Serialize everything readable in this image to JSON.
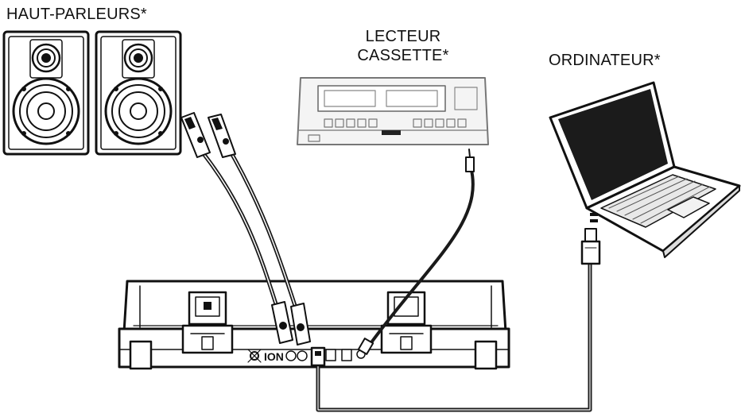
{
  "labels": {
    "speakers": "HAUT-PARLEURS*",
    "cassette_line1": "LECTEUR",
    "cassette_line2": "CASSETTE*",
    "computer": "ORDINATEUR*"
  },
  "turntable": {
    "brand": "ION"
  },
  "colors": {
    "line": "#111111",
    "cable": "#1a1a1a",
    "fill_light": "#f2f2f2",
    "screen": "#1b1b1b"
  },
  "icons": [
    "speaker-icon",
    "cassette-deck-icon",
    "laptop-icon",
    "turntable-icon",
    "rca-plug-icon",
    "usb-plug-icon",
    "audio-jack-icon"
  ]
}
